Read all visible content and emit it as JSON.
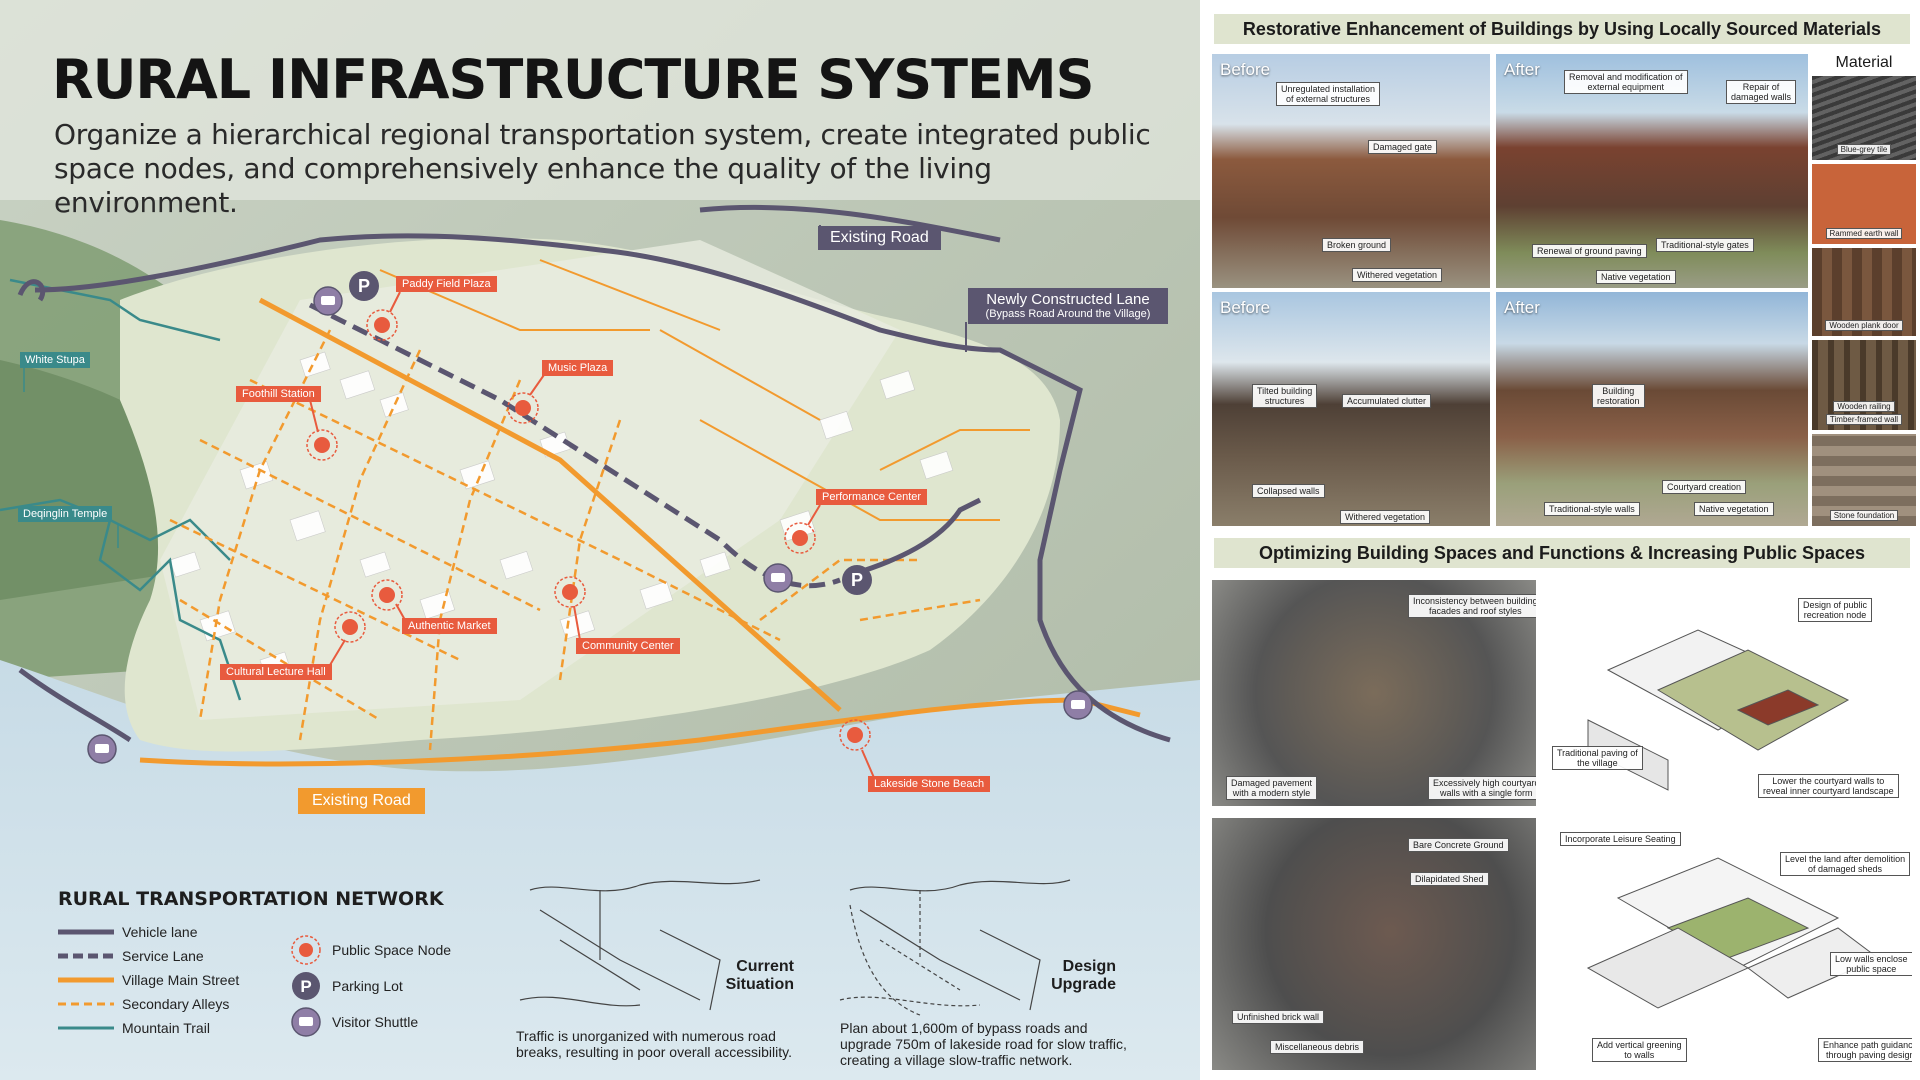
{
  "header": {
    "title": "RURAL INFRASTRUCTURE SYSTEMS",
    "subtitle": "Organize a hierarchical regional transportation system, create integrated public space nodes, and comprehensively enhance the quality of the living environment."
  },
  "map": {
    "road_labels": {
      "existing_road_top": "Existing Road",
      "new_lane_line1": "Newly Constructed Lane",
      "new_lane_line2": "(Bypass Road Around the Village)",
      "existing_road_bottom": "Existing Road"
    },
    "nodes": {
      "paddy_field_plaza": "Paddy Field Plaza",
      "music_plaza": "Music Plaza",
      "foothill_station": "Foothill Station",
      "performance_center": "Performance Center",
      "authentic_market": "Authentic Market",
      "community_center": "Community Center",
      "cultural_lecture_hall": "Cultural Lecture Hall",
      "lakeside_stone_beach": "Lakeside Stone Beach"
    },
    "landmarks": {
      "white_stupa": "White Stupa",
      "deqinglin_temple": "Deqinglin Temple"
    },
    "parking_symbol": "P"
  },
  "legend": {
    "title": "RURAL TRANSPORTATION NETWORK",
    "items": [
      {
        "label": "Vehicle lane",
        "color": "#5b5670",
        "style": "solid"
      },
      {
        "label": "Service Lane",
        "color": "#5b5670",
        "style": "dashed"
      },
      {
        "label": "Village Main Street",
        "color": "#f29a2e",
        "style": "solid"
      },
      {
        "label": "Secondary Alleys",
        "color": "#f29a2e",
        "style": "dashed"
      },
      {
        "label": "Mountain Trail",
        "color": "#3a8a8a",
        "style": "solid"
      }
    ],
    "symbols": [
      {
        "label": "Public Space Node",
        "icon": "public-space-node-icon"
      },
      {
        "label": "Parking Lot",
        "icon": "parking-icon"
      },
      {
        "label": "Visitor Shuttle",
        "icon": "shuttle-icon"
      }
    ]
  },
  "comparison": {
    "current": {
      "title_line1": "Current",
      "title_line2": "Situation",
      "desc_line1": "Traffic is unorganized with numerous road",
      "desc_line2": "breaks, resulting in poor overall accessibility."
    },
    "design": {
      "title_line1": "Design",
      "title_line2": "Upgrade",
      "desc_line1": "Plan about 1,600m of bypass roads and",
      "desc_line2": "upgrade 750m of lakeside road for slow traffic,",
      "desc_line3": "creating a village slow-traffic network."
    }
  },
  "restoration": {
    "title": "Restorative Enhancement of Buildings by Using Locally Sourced Materials",
    "before_label": "Before",
    "after_label": "After",
    "photo1_callouts": [
      "Unregulated installation",
      "of external structures",
      "Damaged gate",
      "Broken ground",
      "Withered vegetation"
    ],
    "photo2_callouts": [
      "Removal and modification of",
      "external equipment",
      "Repair of",
      "damaged walls",
      "Renewal of ground paving",
      "Traditional-style  gates",
      "Native vegetation"
    ],
    "photo3_callouts": [
      "Tilted building",
      "structures",
      "Accumulated clutter",
      "Collapsed walls",
      "Withered vegetation"
    ],
    "photo4_callouts": [
      "Building",
      "restoration",
      "Courtyard creation",
      "Traditional-style walls",
      "Native vegetation"
    ]
  },
  "materials": {
    "heading": "Material",
    "items": [
      {
        "label": "Blue-grey tile",
        "color": "#4a4a4a"
      },
      {
        "label": "Rammed earth wall",
        "color": "#c8643a"
      },
      {
        "label": "Wooden plank door",
        "color": "#6b4a32"
      },
      {
        "label": "Wooden railing",
        "color": "#5a4632"
      },
      {
        "label": "Timber-framed wall",
        "color": "#7a6a58"
      },
      {
        "label": "Stone foundation",
        "color": "#8e7e6e"
      }
    ]
  },
  "spaces": {
    "title": "Optimizing Building Spaces and Functions & Increasing Public Spaces",
    "aerial1_callouts": [
      "Inconsistency between building",
      "facades and roof styles",
      "Damaged pavement",
      "with a modern style",
      "Excessively high courtyard",
      "walls with a single form"
    ],
    "axo1_callouts": [
      "Design of public",
      "recreation node",
      "Traditional paving of",
      "the village",
      "Lower the courtyard walls to",
      "reveal inner courtyard landscape"
    ],
    "aerial2_callouts": [
      "Bare Concrete Ground",
      "Dilapidated Shed",
      "Unfinished brick wall",
      "Miscellaneous debris"
    ],
    "axo2_callouts": [
      "Incorporate Leisure Seating",
      "Level the land after demolition",
      "of damaged sheds",
      "Low walls enclose",
      "public space",
      "Add vertical greening",
      "to walls",
      "Enhance path guidance",
      "through paving design"
    ]
  }
}
